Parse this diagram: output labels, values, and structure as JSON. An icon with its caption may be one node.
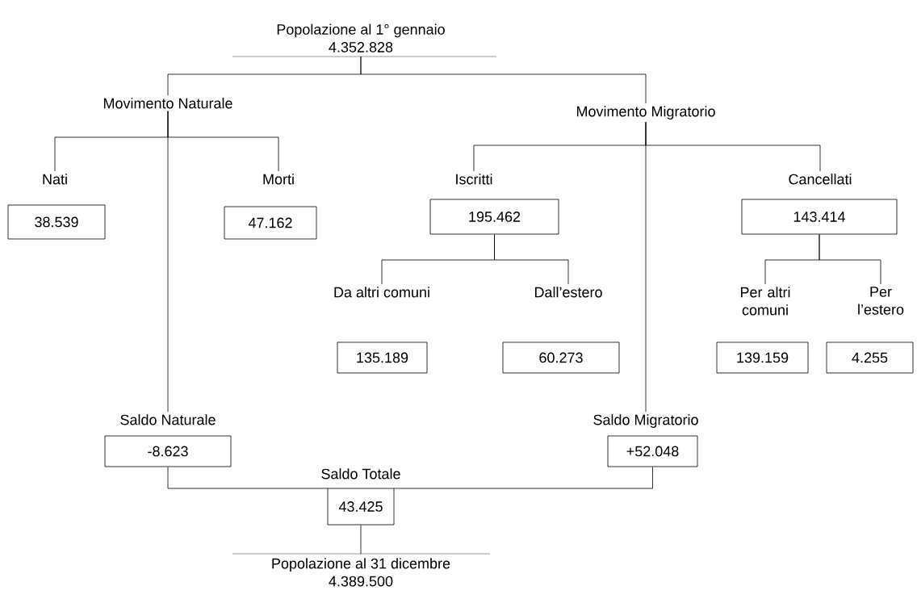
{
  "diagram": {
    "nodes": [
      {
        "text": [
          "Popolazione al 1° gennaio",
          "4.352.828"
        ]
      },
      {
        "text": [
          "Movimento Naturale"
        ]
      },
      {
        "text": [
          "Movimento Migratorio"
        ]
      },
      {
        "text": [
          "Nati",
          "38.539"
        ]
      },
      {
        "text": [
          "Morti",
          "47.162"
        ]
      },
      {
        "text": [
          "Iscritti",
          "195.462"
        ]
      },
      {
        "text": [
          "Cancellati",
          "143.414"
        ]
      },
      {
        "text": [
          "Da altri comuni",
          "135.189"
        ]
      },
      {
        "text": [
          "Dall’estero",
          "60.273"
        ]
      },
      {
        "text": [
          "Per altri comuni",
          "139.159"
        ]
      },
      {
        "text": [
          "Per l’estero",
          "4.255"
        ]
      },
      {
        "text": [
          "Saldo Naturale",
          "-8.623"
        ]
      },
      {
        "text": [
          "Saldo Migratorio",
          "+52.048"
        ]
      },
      {
        "text": [
          "Saldo Totale",
          "43.425"
        ]
      },
      {
        "text": [
          "Popolazione al 31 dicembre",
          "4.389.500"
        ]
      }
    ],
    "edges": [
      {
        "from": 0,
        "to": 1,
        "arrow": "none"
      },
      {
        "from": 0,
        "to": 2,
        "arrow": "none"
      },
      {
        "from": 1,
        "to": 3,
        "arrow": "none"
      },
      {
        "from": 1,
        "to": 4,
        "arrow": "none"
      },
      {
        "from": 1,
        "to": 11,
        "arrow": "none"
      },
      {
        "from": 2,
        "to": 5,
        "arrow": "none"
      },
      {
        "from": 2,
        "to": 6,
        "arrow": "none"
      },
      {
        "from": 2,
        "to": 12,
        "arrow": "none"
      },
      {
        "from": 5,
        "to": 7,
        "arrow": "none"
      },
      {
        "from": 5,
        "to": 8,
        "arrow": "none"
      },
      {
        "from": 6,
        "to": 9,
        "arrow": "none"
      },
      {
        "from": 6,
        "to": 10,
        "arrow": "none"
      },
      {
        "from": 11,
        "to": 13,
        "arrow": "none"
      },
      {
        "from": 12,
        "to": 13,
        "arrow": "none"
      },
      {
        "from": 13,
        "to": 14,
        "arrow": "none"
      }
    ]
  }
}
